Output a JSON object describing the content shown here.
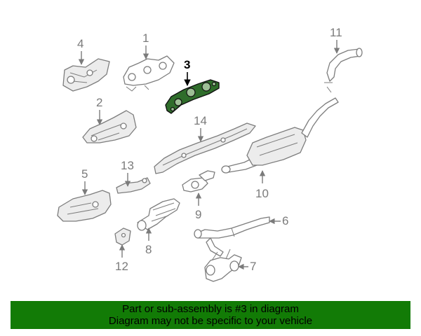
{
  "diagram": {
    "callouts": {
      "c1": "1",
      "c2": "2",
      "c3": "3",
      "c4": "4",
      "c5": "5",
      "c6": "6",
      "c7": "7",
      "c8": "8",
      "c9": "9",
      "c10": "10",
      "c11": "11",
      "c12": "12",
      "c13": "13",
      "c14": "14"
    },
    "highlighted_part": "3",
    "highlight_color": "#2f6d2b"
  },
  "banner": {
    "line1": "Part or sub-assembly is #3 in diagram",
    "line2": "Diagram may not be specific to your vehicle",
    "background_color": "#127b06"
  }
}
